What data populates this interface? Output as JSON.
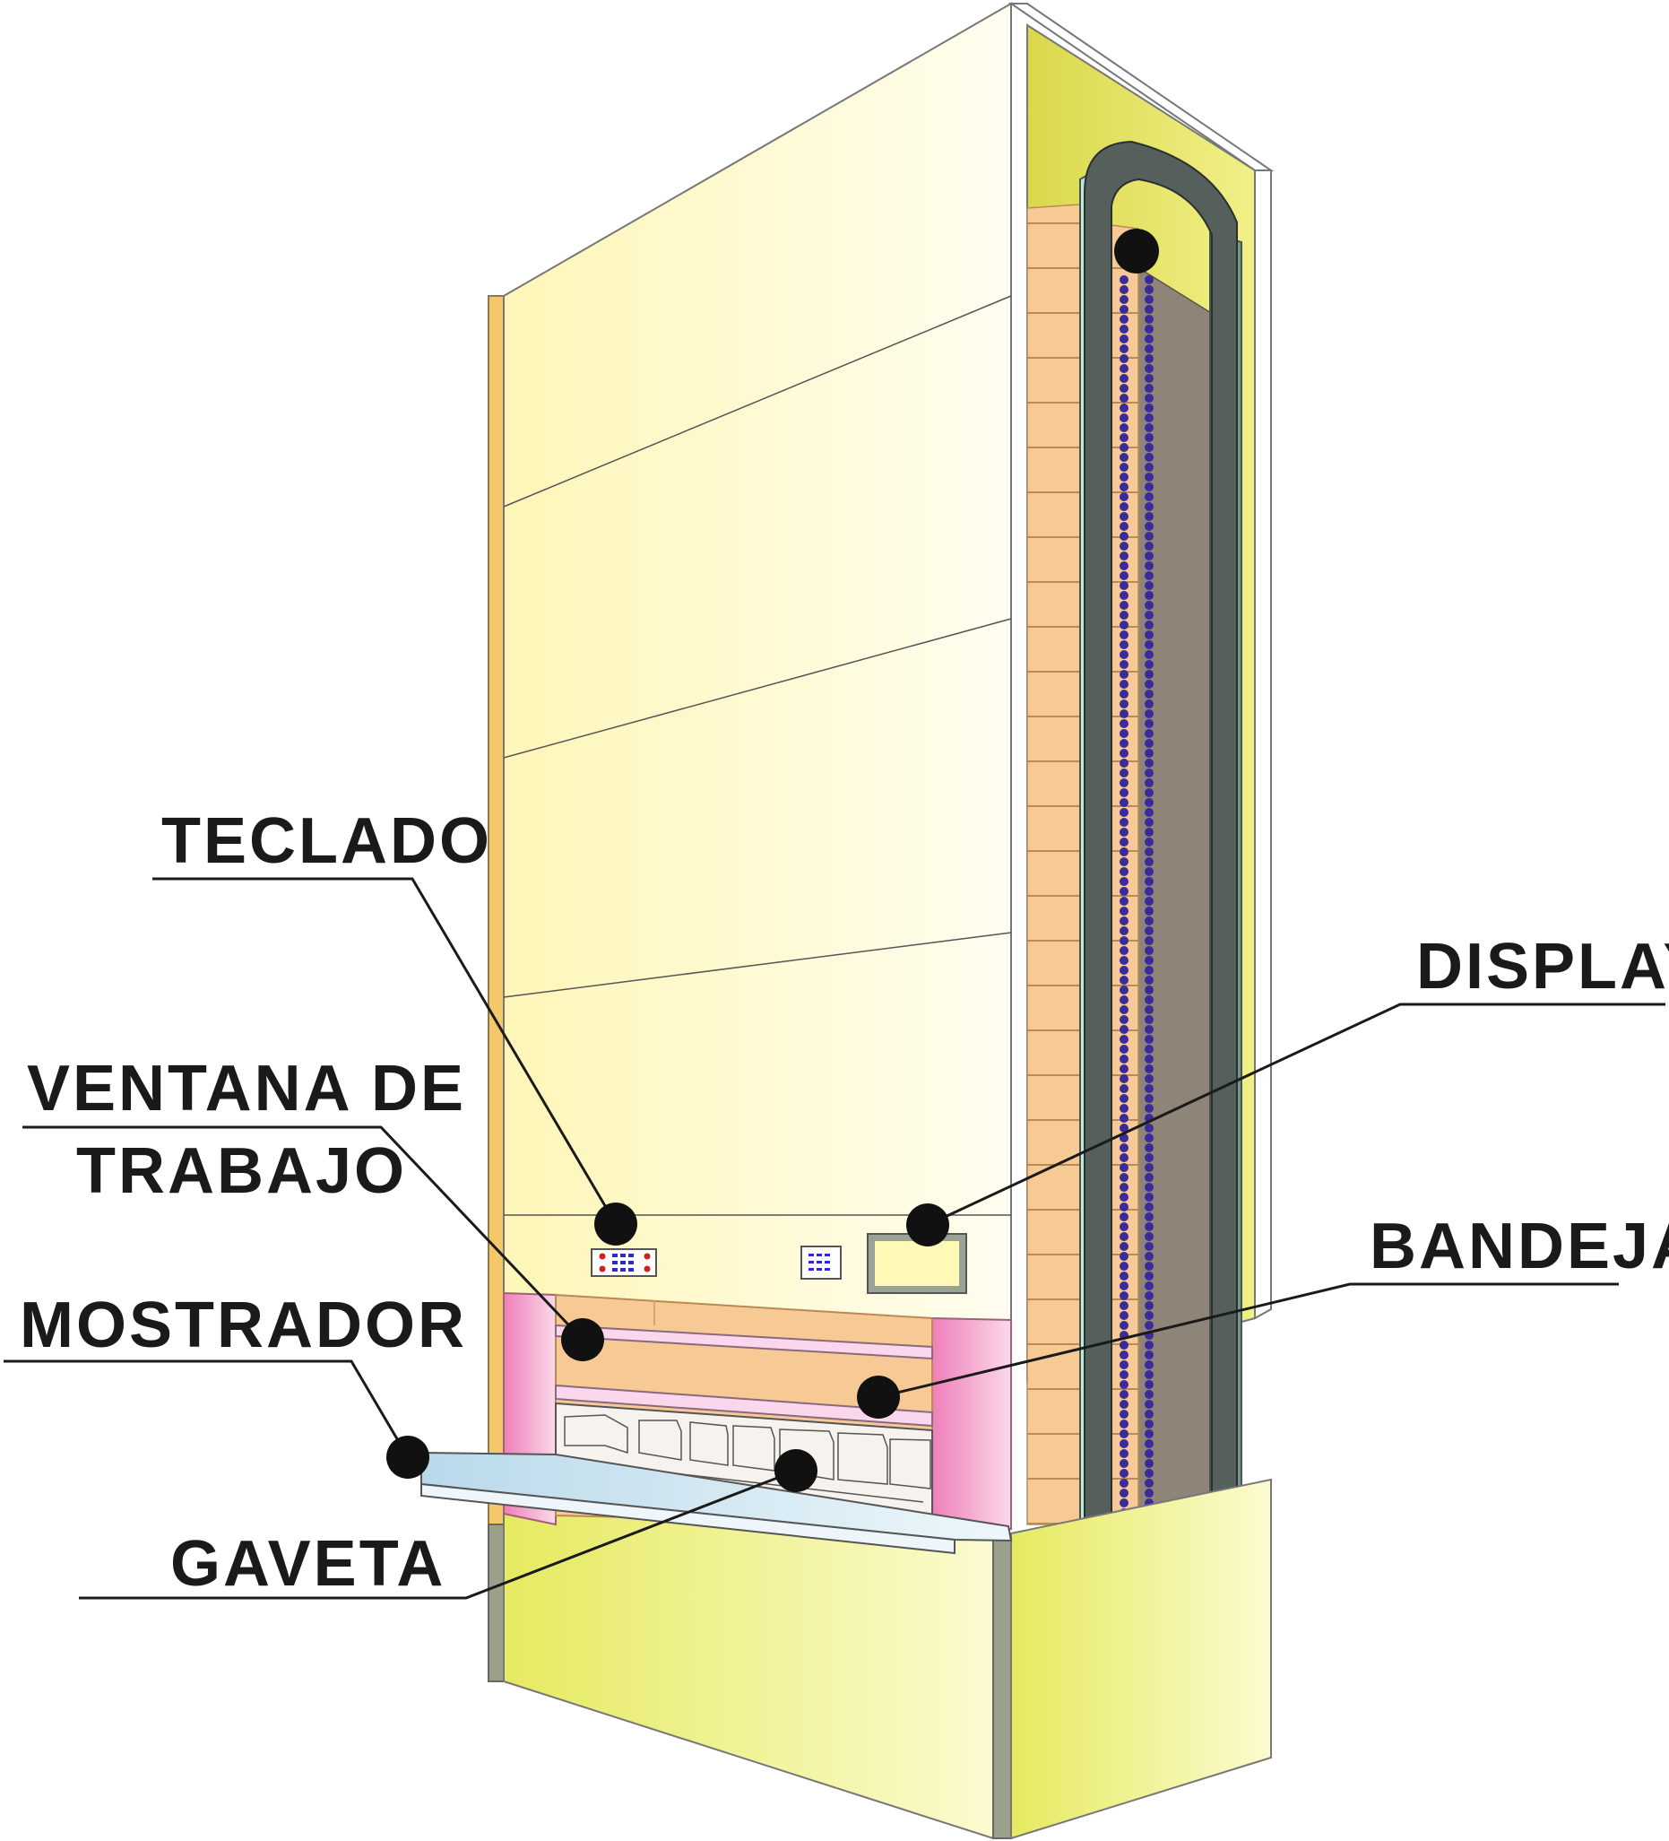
{
  "labels": {
    "teclado": "TECLADO",
    "ventana_line1": "VENTANA DE",
    "ventana_line2": "TRABAJO",
    "mostrador": "MOSTRADOR",
    "gaveta": "GAVETA",
    "display": "DISPLAY",
    "bandeja": "BANDEJA"
  },
  "colors": {
    "front_panel": "#fffbe0",
    "side_panel_yellow": "#e8e66a",
    "base_yellow": "#eef08a",
    "window_pink": "#f6b8d8",
    "tray_tan": "#f6c995",
    "chain_purple": "#3a2a9a",
    "rail_dark": "#5a6160",
    "back_brown": "#8f8478",
    "counter_blue": "#cfe6f2",
    "ink": "#1a1a1a"
  }
}
